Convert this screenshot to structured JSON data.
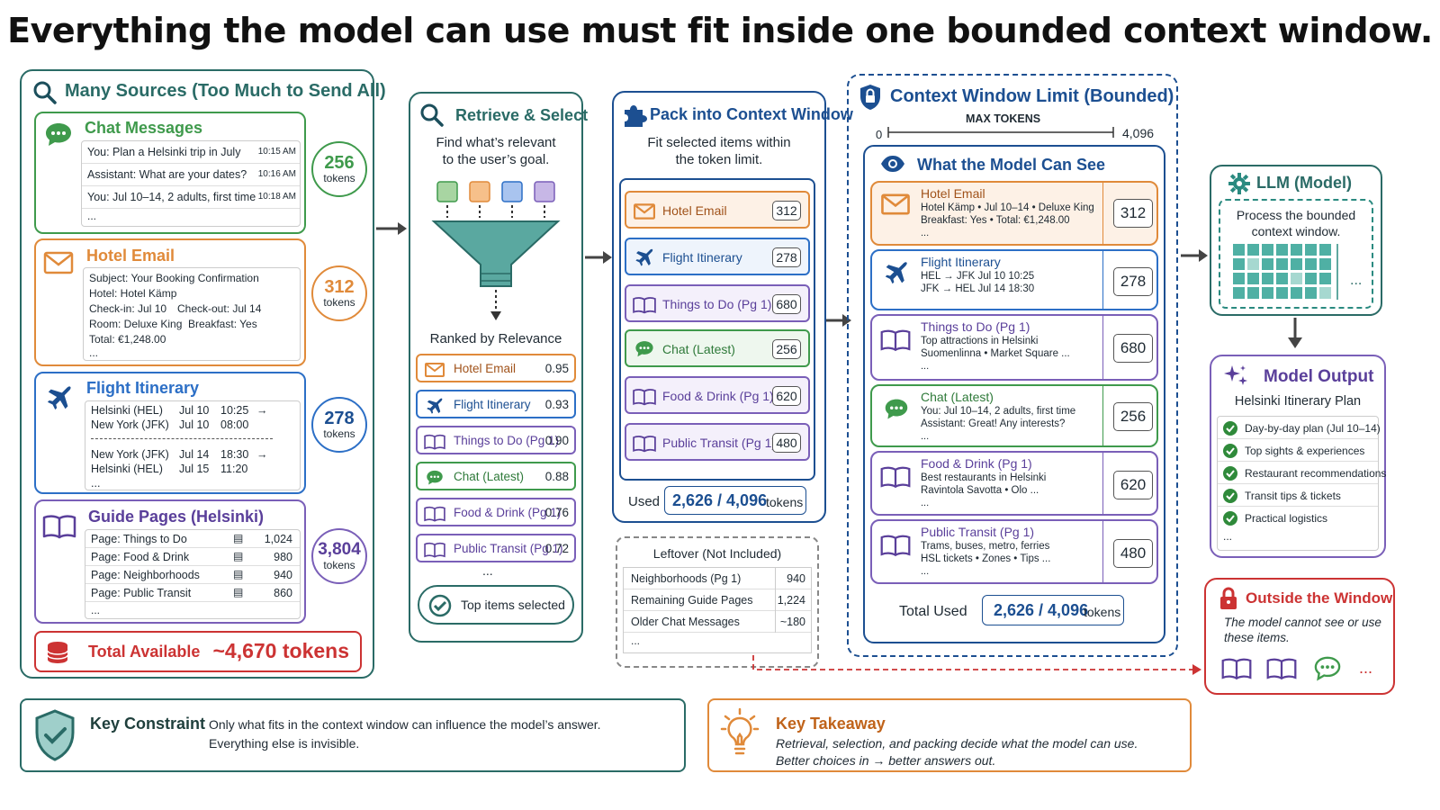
{
  "title": "Everything the model can use must fit inside one bounded context window.",
  "colors": {
    "teal": "#2a6b66",
    "green": "#3f9a4c",
    "orange": "#e08a3a",
    "blue": "#2c6fc6",
    "purple": "#7a5fb8",
    "red": "#cc3333",
    "navy": "#1c4f91"
  },
  "sources": {
    "title": "Many Sources (Too Much to Send All)",
    "chat": {
      "title": "Chat Messages",
      "rows": [
        {
          "text": "You: Plan a Helsinki trip in July",
          "time": "10:15 AM"
        },
        {
          "text": "Assistant: What are your dates?",
          "time": "10:16 AM"
        },
        {
          "text": "You: Jul 10–14, 2 adults, first time",
          "time": "10:18 AM"
        }
      ],
      "more": "...",
      "tokens": "256",
      "unit": "tokens"
    },
    "email": {
      "title": "Hotel Email",
      "subject": "Subject: Your Booking Confirmation",
      "hotel": "Hotel:  Hotel Kämp",
      "checkin": "Check-in: Jul 10",
      "checkout": "Check-out: Jul 14",
      "room": "Room: Deluxe King",
      "breakfast": "Breakfast: Yes",
      "total": "Total: €1,248.00",
      "more": "...",
      "tokens": "312",
      "unit": "tokens"
    },
    "flight": {
      "title": "Flight Itinerary",
      "legs": [
        {
          "from": "Helsinki (HEL)",
          "d1": "Jul 10",
          "t1": "10:25",
          "arrow": "→",
          "to": "New York (JFK)",
          "d2": "Jul 10",
          "t2": "08:00"
        },
        {
          "from": "New York (JFK)",
          "d1": "Jul 14",
          "t1": "18:30",
          "arrow": "→",
          "to": "Helsinki (HEL)",
          "d2": "Jul 15",
          "t2": "11:20"
        }
      ],
      "more": "...",
      "tokens": "278",
      "unit": "tokens"
    },
    "guide": {
      "title": "Guide Pages (Helsinki)",
      "rows": [
        {
          "name": "Page: Things to Do",
          "val": "1,024"
        },
        {
          "name": "Page: Food & Drink",
          "val": "980"
        },
        {
          "name": "Page: Neighborhoods",
          "val": "940"
        },
        {
          "name": "Page: Public Transit",
          "val": "860"
        }
      ],
      "more": "...",
      "tokens": "3,804",
      "unit": "tokens"
    },
    "total_label": "Total Available",
    "total_value": "~4,670 tokens"
  },
  "retrieve": {
    "title": "Retrieve & Select",
    "desc1": "Find what’s relevant",
    "desc2": "to the user’s goal.",
    "ranked": "Ranked by Relevance",
    "items": [
      {
        "label": "Hotel Email",
        "score": "0.95"
      },
      {
        "label": "Flight Itinerary",
        "score": "0.93"
      },
      {
        "label": "Things to Do (Pg 1)",
        "score": "0.90"
      },
      {
        "label": "Chat (Latest)",
        "score": "0.88"
      },
      {
        "label": "Food & Drink (Pg 1)",
        "score": "0.76"
      },
      {
        "label": "Public Transit (Pg 1)",
        "score": "0.72"
      }
    ],
    "more": "...",
    "selected": "Top items selected"
  },
  "pack": {
    "title": "Pack into Context Window",
    "desc1": "Fit selected items within",
    "desc2": "the token limit.",
    "items": [
      {
        "label": "Hotel Email",
        "val": "312"
      },
      {
        "label": "Flight Itinerary",
        "val": "278"
      },
      {
        "label": "Things to Do (Pg 1)",
        "val": "680"
      },
      {
        "label": "Chat (Latest)",
        "val": "256"
      },
      {
        "label": "Food & Drink (Pg 1)",
        "val": "620"
      },
      {
        "label": "Public Transit (Pg 1)",
        "val": "480"
      }
    ],
    "used_label": "Used",
    "used_value": "2,626 / 4,096",
    "used_unit": "tokens"
  },
  "leftover": {
    "title": "Leftover (Not Included)",
    "rows": [
      {
        "name": "Neighborhoods (Pg 1)",
        "val": "940"
      },
      {
        "name": "Remaining Guide Pages",
        "val": "1,224"
      },
      {
        "name": "Older Chat Messages",
        "val": "~180"
      }
    ],
    "more": "..."
  },
  "window": {
    "title": "Context Window Limit (Bounded)",
    "max_label": "MAX TOKENS",
    "scale_min": "0",
    "scale_max": "4,096",
    "see_title": "What the Model Can See",
    "items": [
      {
        "title": "Hotel Email",
        "l1": "Hotel Kämp  •  Jul 10–14  •  Deluxe King",
        "l2": "Breakfast: Yes  •  Total: €1,248.00",
        "more": "...",
        "val": "312"
      },
      {
        "title": "Flight Itinerary",
        "l1": "HEL  →  JFK   Jul 10   10:25",
        "l2": "JFK  →  HEL   Jul 14   18:30",
        "more": "",
        "val": "278"
      },
      {
        "title": "Things to Do (Pg 1)",
        "l1": "Top attractions in Helsinki",
        "l2": "Suomenlinna  •  Market Square ...",
        "more": "...",
        "val": "680"
      },
      {
        "title": "Chat (Latest)",
        "l1": "You: Jul 10–14, 2 adults, first time",
        "l2": "Assistant: Great! Any interests?",
        "more": "...",
        "val": "256"
      },
      {
        "title": "Food & Drink (Pg 1)",
        "l1": "Best restaurants in Helsinki",
        "l2": "Ravintola Savotta  •  Olo ...",
        "more": "...",
        "val": "620"
      },
      {
        "title": "Public Transit (Pg 1)",
        "l1": "Trams, buses, metro, ferries",
        "l2": "HSL tickets  •  Zones  •  Tips ...",
        "more": "...",
        "val": "480"
      }
    ],
    "total_label": "Total Used",
    "total_value": "2,626 / 4,096",
    "total_unit": "tokens"
  },
  "llm": {
    "title": "LLM (Model)",
    "desc1": "Process the bounded",
    "desc2": "context window.",
    "more": "..."
  },
  "output": {
    "title": "Model Output",
    "subtitle": "Helsinki Itinerary Plan",
    "items": [
      "Day-by-day plan (Jul 10–14)",
      "Top sights & experiences",
      "Restaurant recommendations",
      "Transit tips & tickets",
      "Practical logistics"
    ],
    "more": "..."
  },
  "outside": {
    "title": "Outside the Window",
    "desc1": "The model cannot see or use",
    "desc2": "these items.",
    "more": "..."
  },
  "constraint": {
    "title": "Key Constraint",
    "l1": "Only what fits in the context window can influence the model’s answer.",
    "l2": "Everything else is invisible."
  },
  "takeaway": {
    "title": "Key Takeaway",
    "l1": "Retrieval, selection, and packing decide what the model can use.",
    "l2": "Better choices in  →  better answers out."
  }
}
